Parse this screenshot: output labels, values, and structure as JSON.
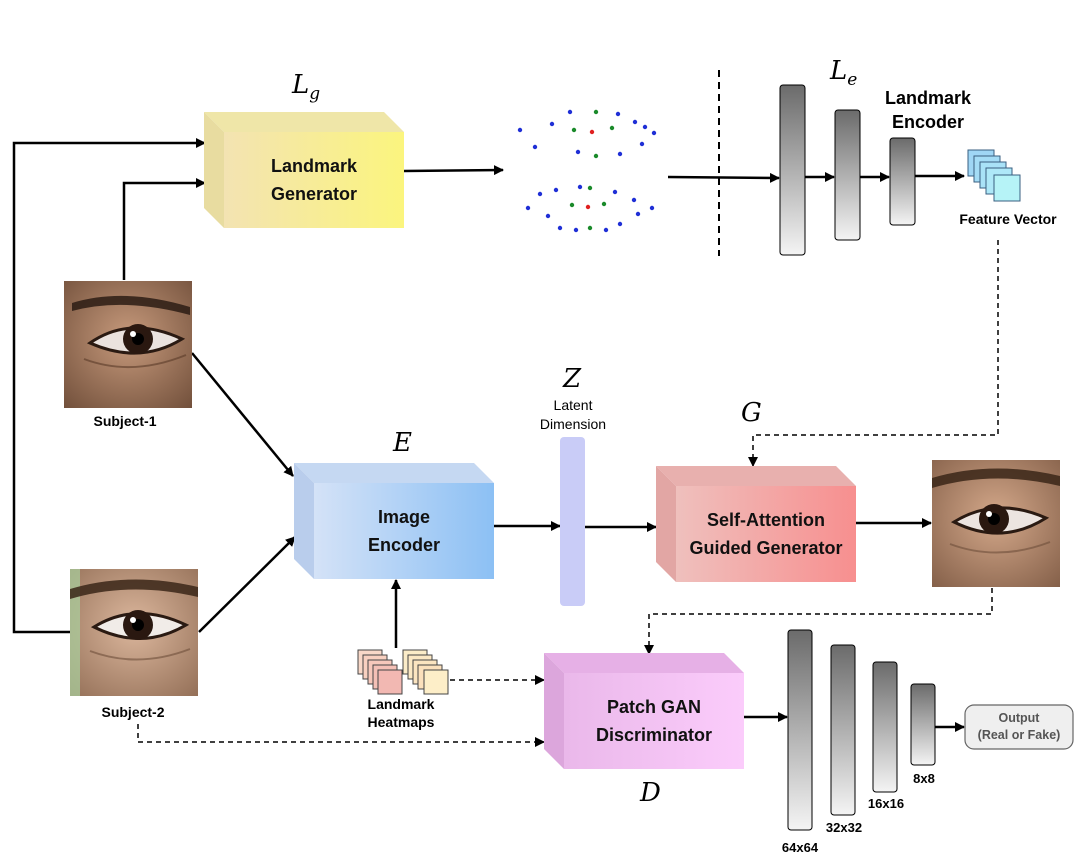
{
  "symbols": {
    "landmark_generator": "L",
    "landmark_generator_sub": "g",
    "landmark_encoder": "L",
    "landmark_encoder_sub": "e",
    "latent": "Z",
    "generator": "G",
    "encoder": "E",
    "discriminator": "D"
  },
  "blocks": {
    "landmark_generator": [
      "Landmark",
      "Generator"
    ],
    "image_encoder": [
      "Image",
      "Encoder"
    ],
    "generator": [
      "Self-Attention",
      "Guided Generator"
    ],
    "discriminator": [
      "Patch GAN",
      "Discriminator"
    ]
  },
  "labels": {
    "landmark_encoder": [
      "Landmark",
      "Encoder"
    ],
    "feature_vector": "Feature Vector",
    "latent_dimension": [
      "Latent",
      "Dimension"
    ],
    "subject_1": "Subject-1",
    "subject_2": "Subject-2",
    "landmark_heatmaps": [
      "Landmark",
      "Heatmaps"
    ],
    "output": [
      "Output",
      "(Real or Fake)"
    ]
  },
  "discriminator_layers": [
    "64x64",
    "32x32",
    "16x16",
    "8x8"
  ],
  "colors": {
    "landmark_generator": "#f9f28a",
    "image_encoder": "#8fc1f4",
    "generator": "#f59898",
    "discriminator": "#f7c6f7",
    "latent_bar": "#c9ccf7",
    "landmark_blue": "#1f2fd6",
    "landmark_green": "#1a8a2a",
    "landmark_red": "#e02020"
  }
}
